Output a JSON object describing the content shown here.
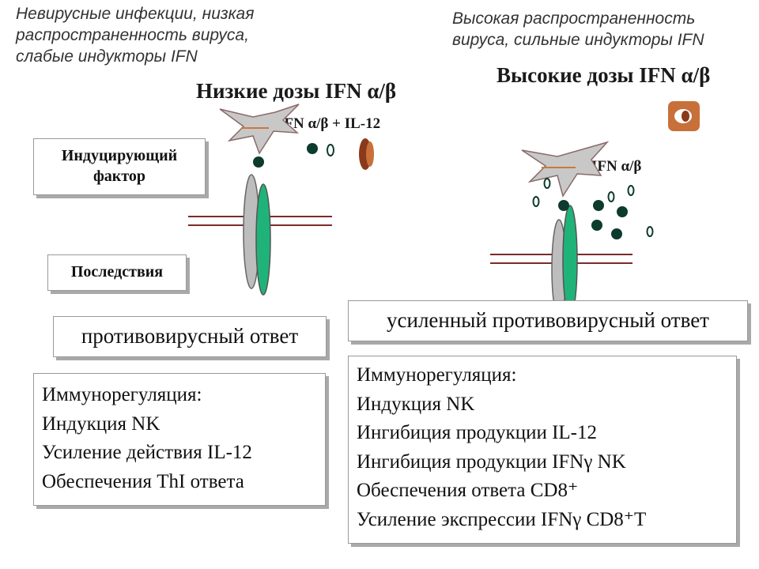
{
  "left": {
    "heading": "Невирусные инфекции, низкая\nраспространенность вируса,\nслабые индукторы IFN",
    "dose_title": "Низкие дозы IFN α/β",
    "signal_label": "IFN α/β + IL-12",
    "inducing_factor": "Индуцирующий\nфактор",
    "consequences": "Последствия",
    "response": "противовирусный ответ",
    "regulation": [
      "Иммунорегуляция:",
      "Индукция NK",
      "Усиление действия IL-12",
      "Обеспечения ThI ответа"
    ]
  },
  "right": {
    "heading": "Высокая распространенность\nвируса, сильные индукторы IFN",
    "dose_title": "Высокие дозы IFN α/β",
    "signal_label": "IFN α/β",
    "response": "усиленный противовирусный ответ",
    "regulation": [
      "Иммунорегуляция:",
      "Индукция NK",
      "Ингибиция продукции  IL-12",
      "Ингибиция продукции IFNγ NK",
      "Обеспечения ответа CD8⁺",
      "Усиление экспрессии IFNγ CD8⁺T"
    ]
  },
  "colors": {
    "receptor_green": "#1fb37a",
    "receptor_gray": "#bdbdbd",
    "membrane": "#7a2a2a",
    "cell": "#bdbdbd",
    "molecule": "#0d3b2e",
    "shadow": "#a9a9a9"
  }
}
